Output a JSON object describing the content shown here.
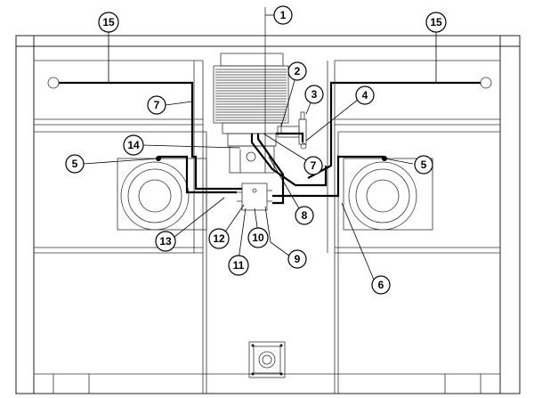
{
  "diagram": {
    "callouts": [
      {
        "id": "c1",
        "label": "1"
      },
      {
        "id": "c2",
        "label": "2"
      },
      {
        "id": "c3",
        "label": "3"
      },
      {
        "id": "c4",
        "label": "4"
      },
      {
        "id": "c5l",
        "label": "5"
      },
      {
        "id": "c5r",
        "label": "5"
      },
      {
        "id": "c6",
        "label": "6"
      },
      {
        "id": "c7l",
        "label": "7"
      },
      {
        "id": "c7r",
        "label": "7"
      },
      {
        "id": "c8",
        "label": "8"
      },
      {
        "id": "c9",
        "label": "9"
      },
      {
        "id": "c10",
        "label": "10"
      },
      {
        "id": "c11",
        "label": "11"
      },
      {
        "id": "c12",
        "label": "12"
      },
      {
        "id": "c13",
        "label": "13"
      },
      {
        "id": "c14",
        "label": "14"
      },
      {
        "id": "c15l",
        "label": "15"
      },
      {
        "id": "c15r",
        "label": "15"
      }
    ]
  }
}
